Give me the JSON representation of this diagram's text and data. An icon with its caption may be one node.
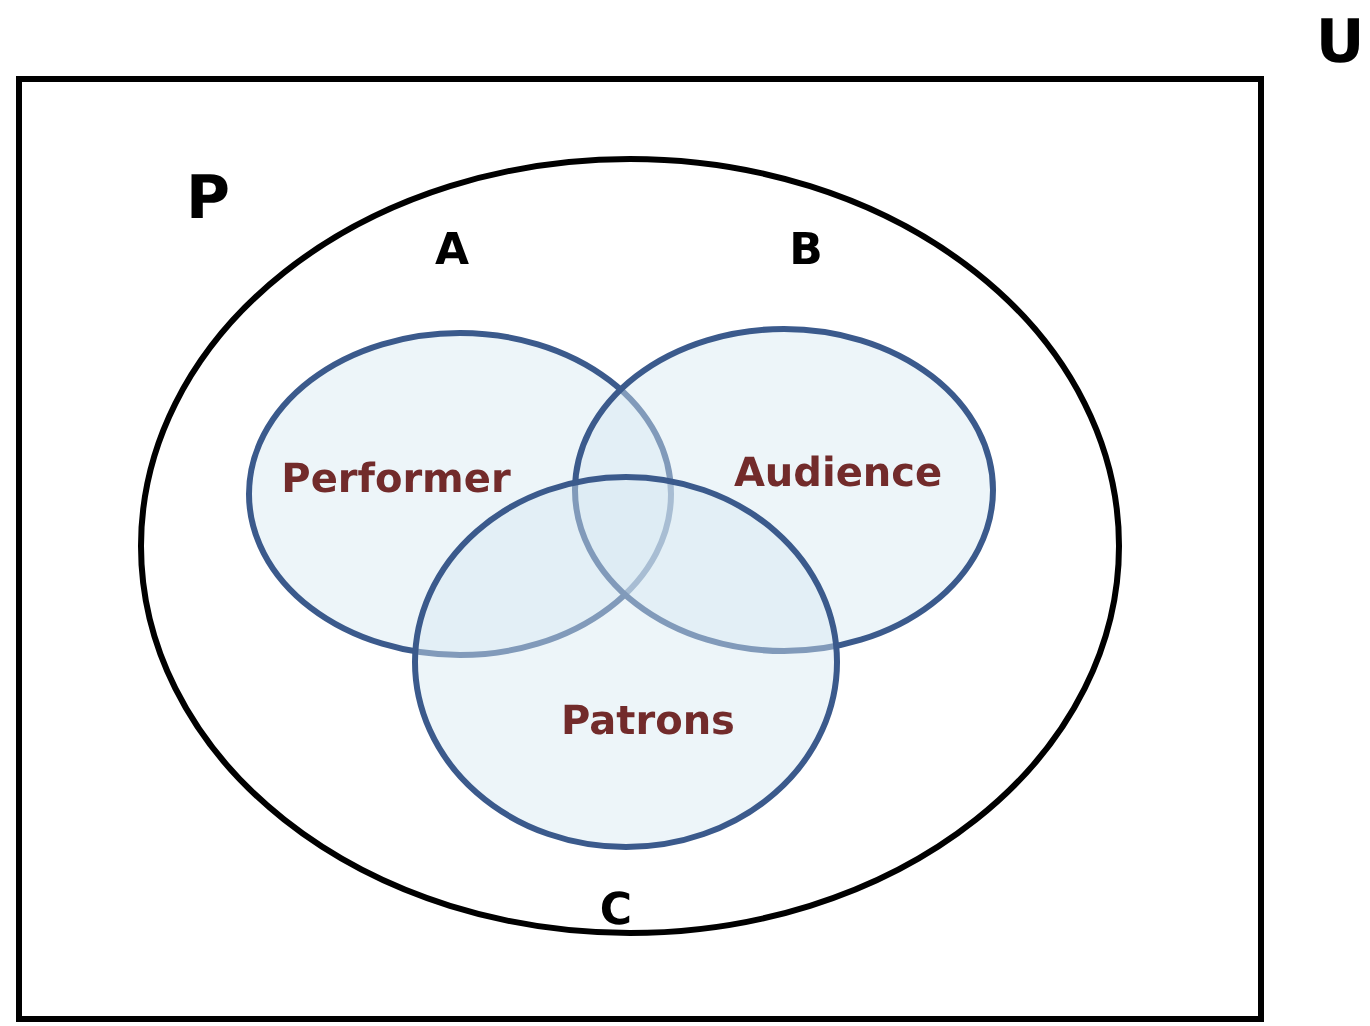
{
  "diagram": {
    "nodes": [
      {
        "text": [
          "U"
        ]
      },
      {
        "text": [
          "P"
        ],
        "in": 0
      },
      {
        "text": [
          "A",
          "Performer"
        ],
        "in": 1
      },
      {
        "text": [
          "B",
          "Audience"
        ],
        "in": 1
      },
      {
        "text": [
          "Patrons",
          "C"
        ],
        "in": 1
      }
    ]
  }
}
